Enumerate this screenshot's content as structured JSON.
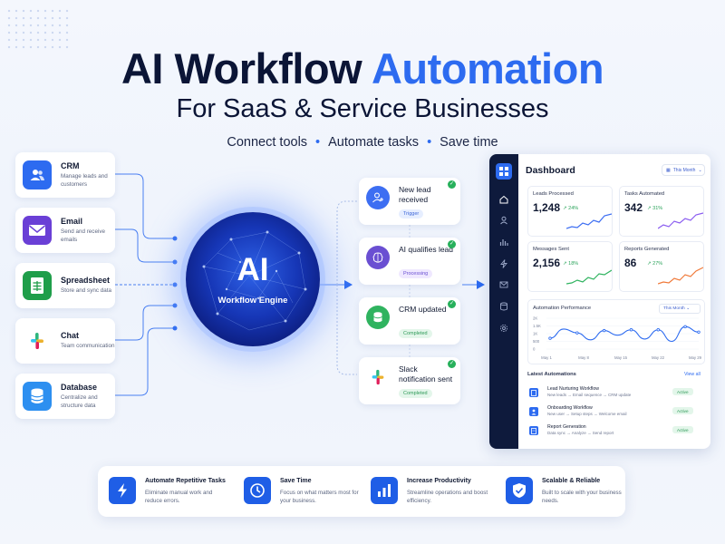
{
  "header": {
    "title_part1": "AI Workflow",
    "title_accent": "Automation",
    "subtitle": "For SaaS & Service Businesses",
    "tagline": [
      "Connect tools",
      "Automate tasks",
      "Save time"
    ]
  },
  "tools": [
    {
      "name": "CRM",
      "desc": "Manage leads and customers",
      "icon": "users-icon",
      "color": "#2d6bf0"
    },
    {
      "name": "Email",
      "desc": "Send and receive emails",
      "icon": "envelope-icon",
      "color": "#6a3fd6"
    },
    {
      "name": "Spreadsheet",
      "desc": "Store and sync data",
      "icon": "sheet-icon",
      "color": "#1f9e4a"
    },
    {
      "name": "Chat",
      "desc": "Team communication",
      "icon": "slack-icon",
      "color": "#ffffff"
    },
    {
      "name": "Database",
      "desc": "Centralize and structure data",
      "icon": "database-icon",
      "color": "#2d8ff0"
    }
  ],
  "engine": {
    "big": "AI",
    "label": "Workflow Engine"
  },
  "steps": [
    {
      "label": "New lead received",
      "pill": "Trigger",
      "pill_style": "blue",
      "icon": "user-plus-icon"
    },
    {
      "label": "AI qualifies lead",
      "pill": "Processing",
      "pill_style": "purple",
      "icon": "brain-icon"
    },
    {
      "label": "CRM updated",
      "pill": "Completed",
      "pill_style": "green",
      "icon": "database-icon"
    },
    {
      "label": "Slack notification sent",
      "pill": "Completed",
      "pill_style": "green",
      "icon": "slack-icon"
    }
  ],
  "dashboard": {
    "title": "Dashboard",
    "range": "This Month",
    "stats": [
      {
        "label": "Leads Processed",
        "value": "1,248",
        "delta": "↗ 24%",
        "color": "#3d6ef2"
      },
      {
        "label": "Tasks Automated",
        "value": "342",
        "delta": "↗ 31%",
        "color": "#8a5cf0"
      },
      {
        "label": "Messages Sent",
        "value": "2,156",
        "delta": "↗ 18%",
        "color": "#2fb35f"
      },
      {
        "label": "Reports Generated",
        "value": "86",
        "delta": "↗ 27%",
        "color": "#f07a3a"
      }
    ],
    "performance": {
      "title": "Automation Performance",
      "range": "This Month"
    },
    "latest": {
      "title": "Latest Automations",
      "view_all": "View all",
      "rows": [
        {
          "name": "Lead Nurturing Workflow",
          "sub": "New leads → Email sequence → CRM update",
          "status": "Active"
        },
        {
          "name": "Onboarding Workflow",
          "sub": "New user → Setup steps → Welcome email",
          "status": "Active"
        },
        {
          "name": "Report Generation",
          "sub": "Data sync → Analyze → Send report",
          "status": "Active"
        }
      ]
    }
  },
  "chart_data": {
    "type": "line",
    "title": "Automation Performance",
    "x": [
      "May 1",
      "May 8",
      "May 15",
      "May 22",
      "May 29"
    ],
    "y_ticks": [
      "2K",
      "1.5K",
      "1K",
      "500",
      "0"
    ],
    "ylim": [
      0,
      2000
    ],
    "series": [
      {
        "values": [
          700,
          1300,
          1050,
          600,
          1200,
          900,
          1250,
          650,
          1250,
          500,
          1450,
          1100
        ]
      }
    ],
    "color": "#2d6bf0"
  },
  "features": [
    {
      "title": "Automate Repetitive Tasks",
      "desc": "Eliminate manual work and reduce errors.",
      "icon": "bolt-icon"
    },
    {
      "title": "Save Time",
      "desc": "Focus on what matters most for your business.",
      "icon": "clock-icon"
    },
    {
      "title": "Increase Productivity",
      "desc": "Streamline operations and boost efficiency.",
      "icon": "bar-chart-icon"
    },
    {
      "title": "Scalable & Reliable",
      "desc": "Built to scale with your business needs.",
      "icon": "shield-icon"
    }
  ]
}
